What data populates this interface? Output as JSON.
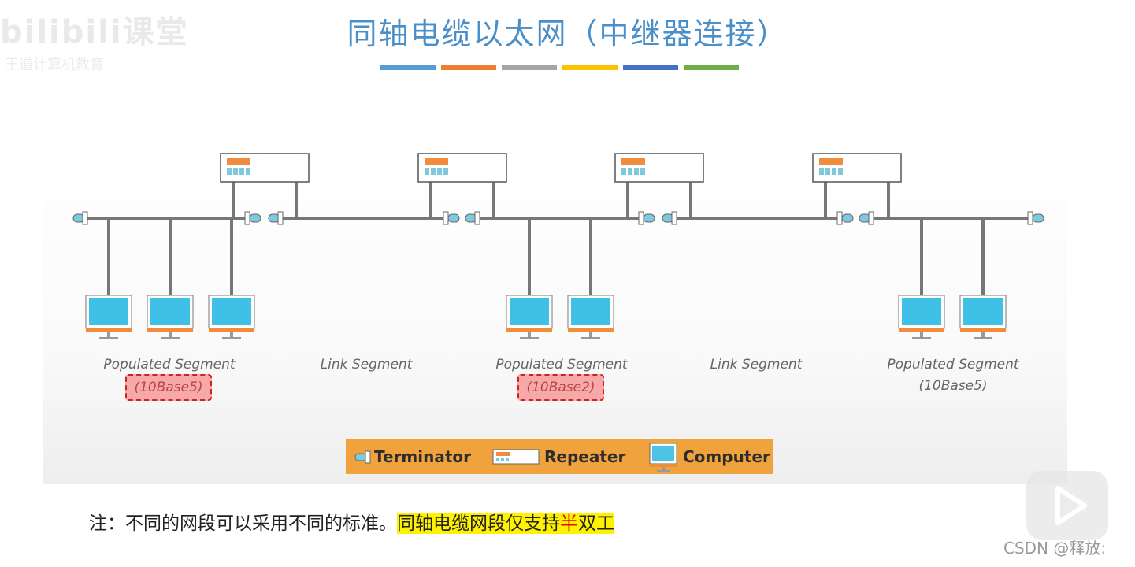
{
  "watermark": {
    "brand": "bilibili课堂",
    "sub": "王道计算机教育"
  },
  "title": "同轴电缆以太网（中继器连接）",
  "color_bars": [
    "#5b9bd5",
    "#ed7d31",
    "#a5a5a5",
    "#ffc000",
    "#4472c4",
    "#70ad47"
  ],
  "segments": [
    {
      "label": "Populated Segment",
      "standard": "(10Base5)",
      "highlighted": true,
      "computers": 3
    },
    {
      "label": "Link Segment",
      "standard": "",
      "highlighted": false,
      "computers": 0
    },
    {
      "label": "Populated Segment",
      "standard": "(10Base2)",
      "highlighted": true,
      "computers": 2
    },
    {
      "label": "Link Segment",
      "standard": "",
      "highlighted": false,
      "computers": 0
    },
    {
      "label": "Populated Segment",
      "standard": "(10Base5)",
      "highlighted": false,
      "computers": 2
    }
  ],
  "repeater_count": 4,
  "legend": {
    "terminator": "Terminator",
    "repeater": "Repeater",
    "computer": "Computer"
  },
  "note": {
    "prefix": "注：不同的网段可以采用不同的标准。",
    "highlight_a": "同轴电缆网段仅支持",
    "highlight_red": "半",
    "highlight_b": "双工"
  },
  "credit": "CSDN @释放:"
}
